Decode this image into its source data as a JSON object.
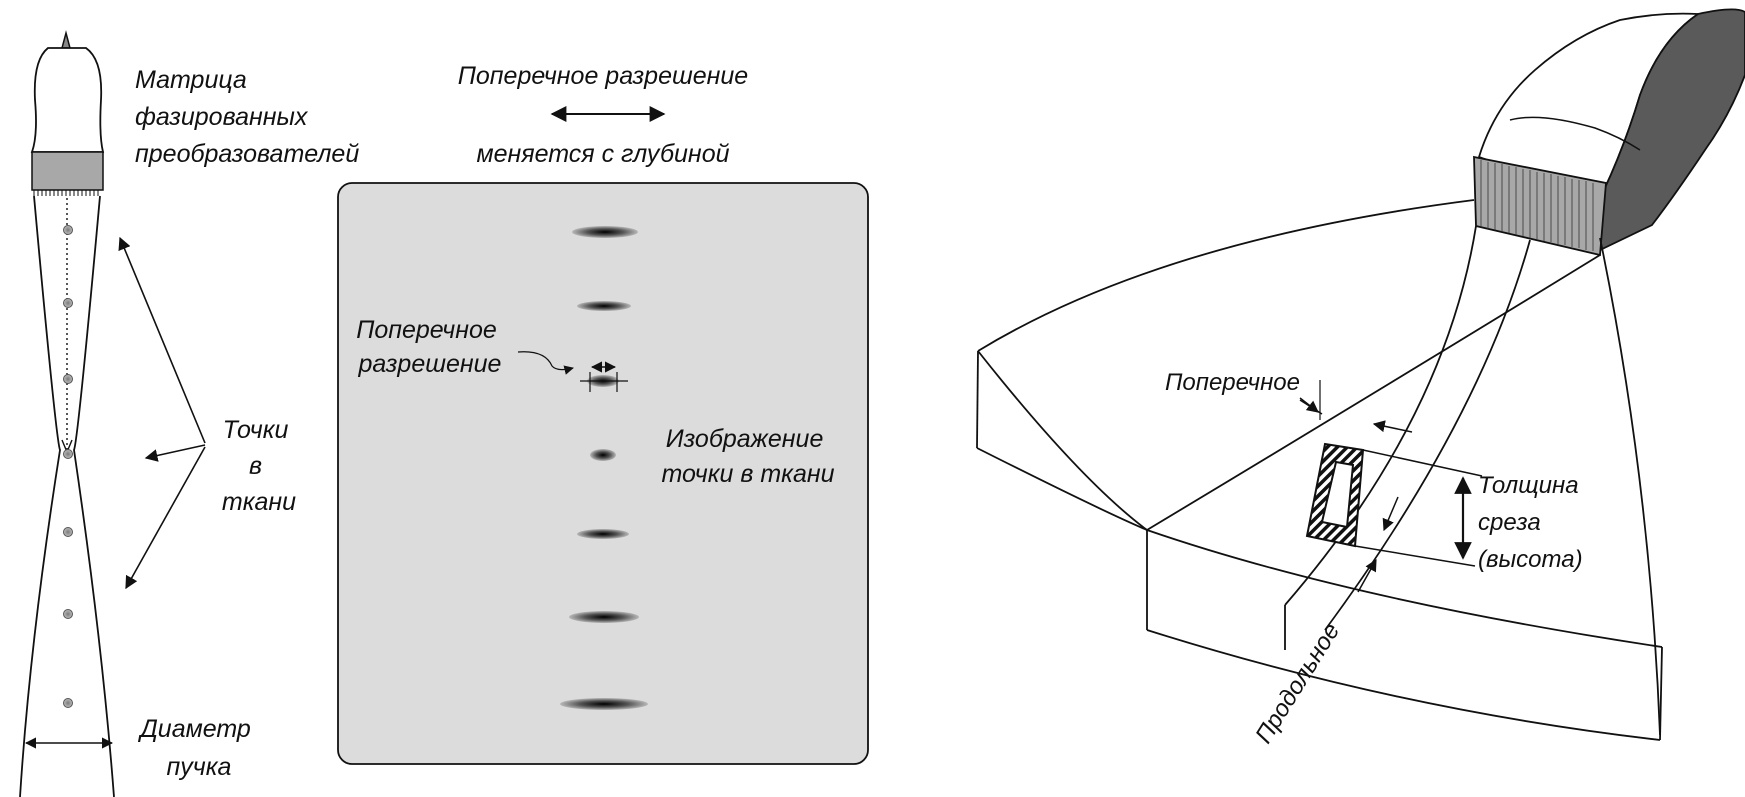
{
  "left_panel": {
    "probe_label": [
      "Матрица",
      "фазированных",
      "преобразователей"
    ],
    "points_label": [
      "Точки",
      "в",
      "ткани"
    ],
    "beam_label": [
      "Диаметр",
      "пучка"
    ]
  },
  "middle_panel": {
    "header_top": "Поперечное разрешение",
    "header_bottom": "меняется с глубиной",
    "resolution_label": [
      "Поперечное",
      "разрешение"
    ],
    "image_label": [
      "Изображение",
      "точки в ткани"
    ]
  },
  "right_panel": {
    "lateral_label": "Поперечное",
    "slice_label": [
      "Толщина",
      "среза",
      "(высота)"
    ],
    "axial_label": "Продольное"
  },
  "colors": {
    "background": "#ffffff",
    "line": "#111111",
    "panel_fill": "#dcdcdc",
    "probe_band": "#a8a8a8",
    "probe_side": "#5a5a5a"
  }
}
